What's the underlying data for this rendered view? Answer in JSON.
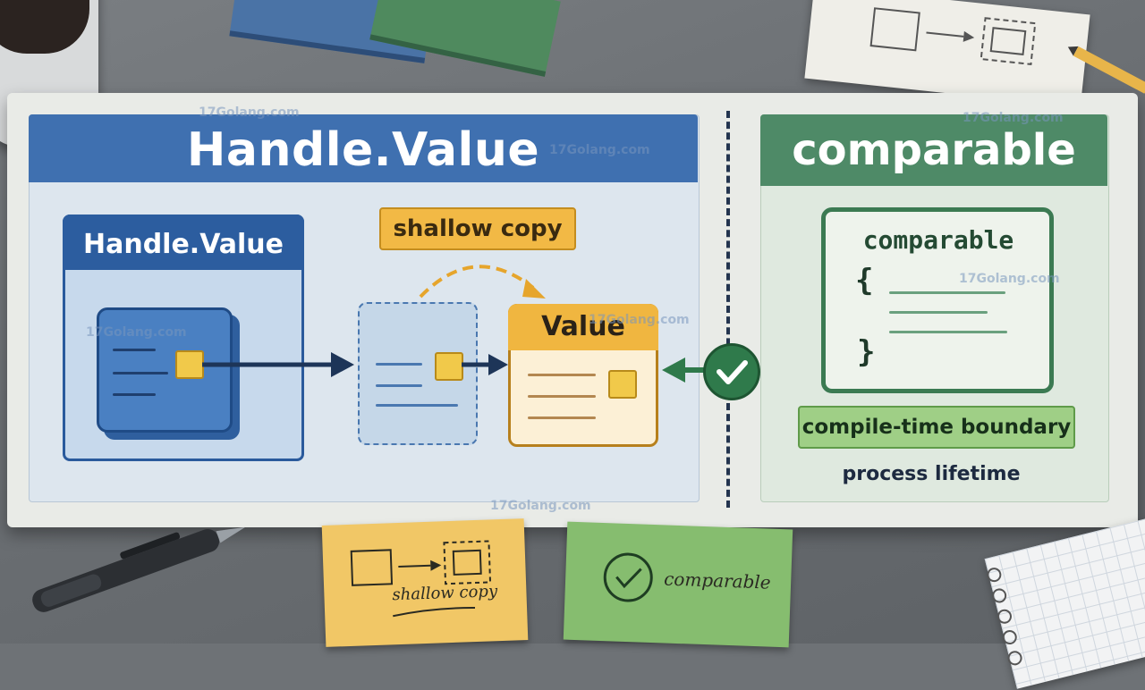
{
  "left_panel": {
    "title": "Handle.Value",
    "handle_box_title": "Handle.Value",
    "shallow_copy_label": "shallow copy",
    "value_box_title": "Value"
  },
  "right_panel": {
    "title": "comparable",
    "code_title": "comparable",
    "open_brace": "{",
    "close_brace": "}",
    "boundary_label": "compile-time boundary",
    "lifetime_label": "process lifetime"
  },
  "sticky_notes": {
    "yellow_text": "shallow copy",
    "green_text": "comparable"
  },
  "watermark": "17Golang.com",
  "colors": {
    "blue": "#3f70b0",
    "green": "#4e8a67",
    "amber": "#f0b640",
    "navy": "#1d2a40"
  }
}
